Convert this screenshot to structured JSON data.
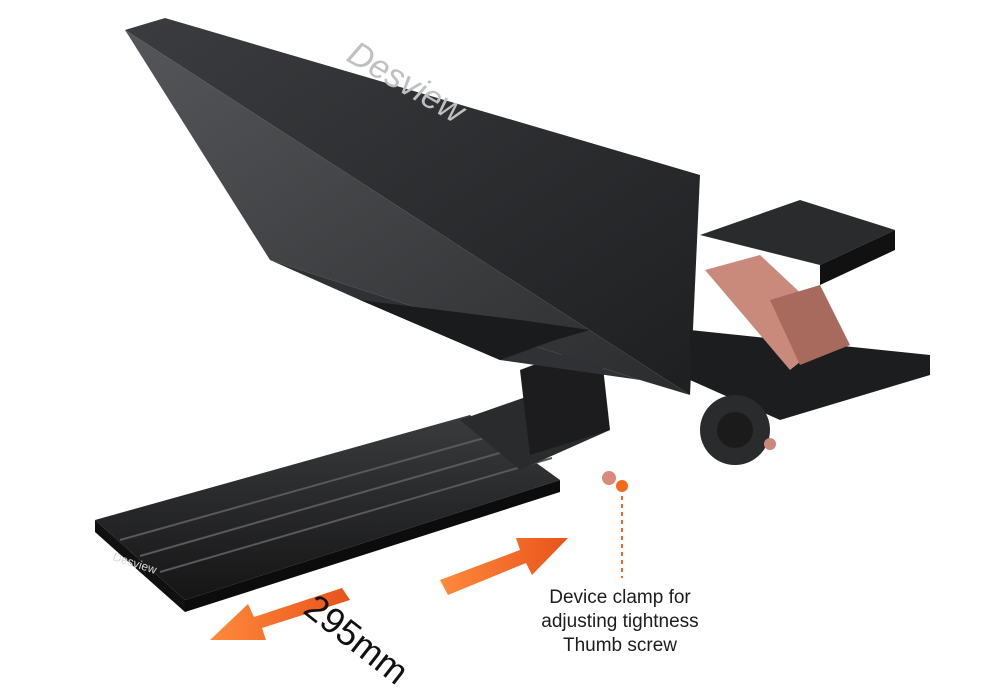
{
  "product": {
    "brand_hood": "Desview",
    "brand_rail": "Desview"
  },
  "dimension": {
    "label": "295mm",
    "arrow_color": "#f26a1b"
  },
  "callout": {
    "lines": [
      "Device clamp for",
      "adjusting tightness",
      "Thumb screw"
    ],
    "marker_color": "#f26a1b"
  },
  "colors": {
    "hood": "#2a2b2d",
    "hood_inner": "#3a3b3e",
    "metal": "#1f2022",
    "rose_gold": "#c98a7c",
    "accent": "#f26a1b"
  }
}
